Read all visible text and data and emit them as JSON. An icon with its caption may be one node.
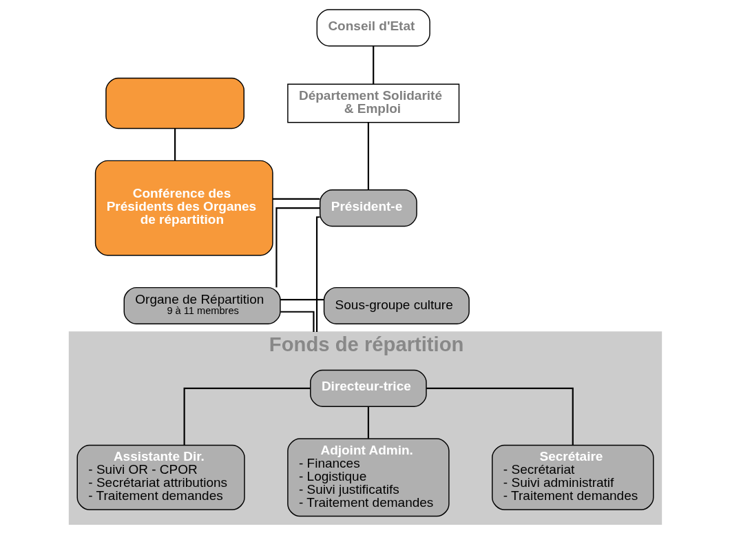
{
  "diagram": {
    "nodes": [
      {
        "text": [],
        "shape": "box"
      },
      {
        "text": [
          "Conférence des Présidents des Organes de répartition"
        ]
      },
      {
        "text": [
          "Conseil d'Etat"
        ]
      },
      {
        "text": [
          "Département Solidarité & Emploi"
        ]
      },
      {
        "text": [
          "Président-e"
        ]
      },
      {
        "text": [
          "Organe de Répartition",
          "9 à 11 membres"
        ]
      },
      {
        "text": [
          "Sous-groupe culture"
        ]
      },
      {
        "text": [
          "Fonds de répartition"
        ]
      },
      {
        "text": [
          "Directeur-trice"
        ],
        "in": 7
      },
      {
        "text": [
          "Assistante Dir.",
          "- Suivi OR - CPOR",
          "- Secrétariat attributions",
          "- Traitement demandes"
        ],
        "in": 7
      },
      {
        "text": [
          "Adjoint Admin.",
          "- Finances",
          "- Logistique",
          "- Suivi justificatifs",
          "- Traitement demandes"
        ],
        "in": 7
      },
      {
        "text": [
          "Secrétaire",
          "- Secrétariat",
          "- Suivi administratif",
          "- Traitement demandes"
        ],
        "in": 7
      }
    ],
    "edges": [
      {
        "from": 0,
        "to": 1,
        "arrow": "none"
      },
      {
        "from": 2,
        "to": 3,
        "arrow": "none"
      },
      {
        "from": 3,
        "to": 4,
        "arrow": "none"
      },
      {
        "from": 1,
        "to": 4,
        "arrow": "none"
      },
      {
        "from": 4,
        "to": 5,
        "arrow": "none"
      },
      {
        "from": 5,
        "to": 6,
        "arrow": "none"
      },
      {
        "from": 4,
        "to": 7,
        "arrow": "none"
      },
      {
        "from": 5,
        "to": 7,
        "arrow": "none"
      },
      {
        "from": 8,
        "to": 9,
        "arrow": "none"
      },
      {
        "from": 8,
        "to": 10,
        "arrow": "none"
      },
      {
        "from": 8,
        "to": 11,
        "arrow": "none"
      }
    ]
  }
}
